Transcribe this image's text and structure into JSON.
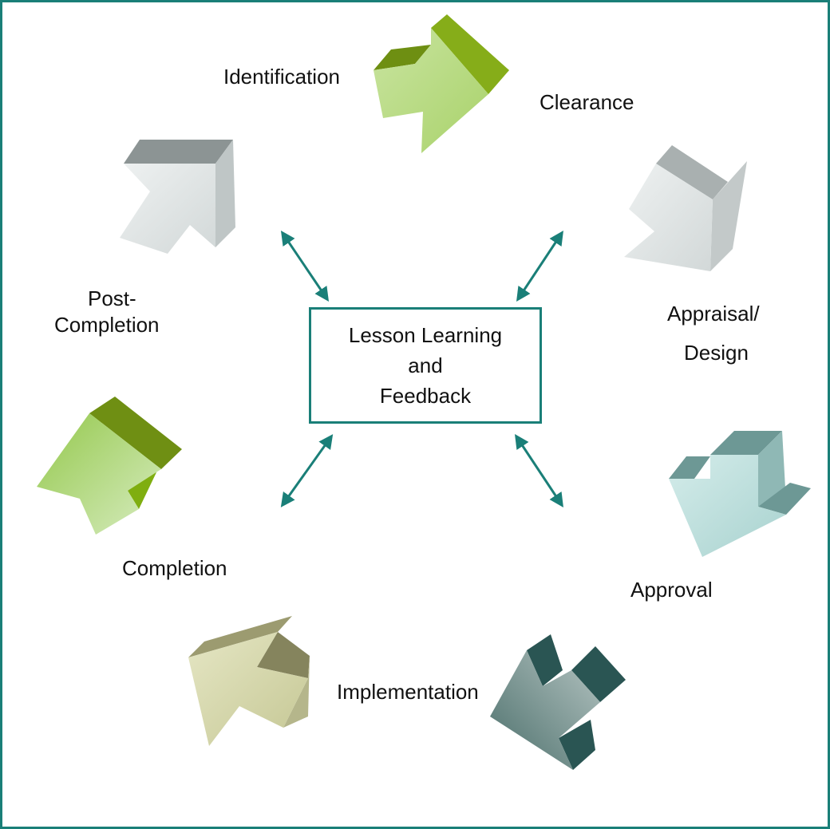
{
  "diagram": {
    "center": {
      "lines": [
        "Lesson Learning",
        "and",
        "Feedback"
      ]
    },
    "stages": {
      "identification": "Identification",
      "clearance": "Clearance",
      "appraisal_line1": "Appraisal/",
      "appraisal_line2": "Design",
      "approval": "Approval",
      "implementation": "Implementation",
      "completion": "Completion",
      "post_completion_line1": "Post-",
      "post_completion_line2": "Completion"
    },
    "colors": {
      "frame": "#1a7f78",
      "connector": "#1a7f78",
      "identification_arrow": "#9dc94a",
      "appraisal_arrow": "#d3d9d9",
      "approval_arrow": "#9cc9c7",
      "implementation_arrow": "#4f7470",
      "completion_arrow_lower": "#c7c89a",
      "completion_arrow_upper": "#96c44a",
      "post_completion_arrow": "#d5dbdb"
    }
  }
}
